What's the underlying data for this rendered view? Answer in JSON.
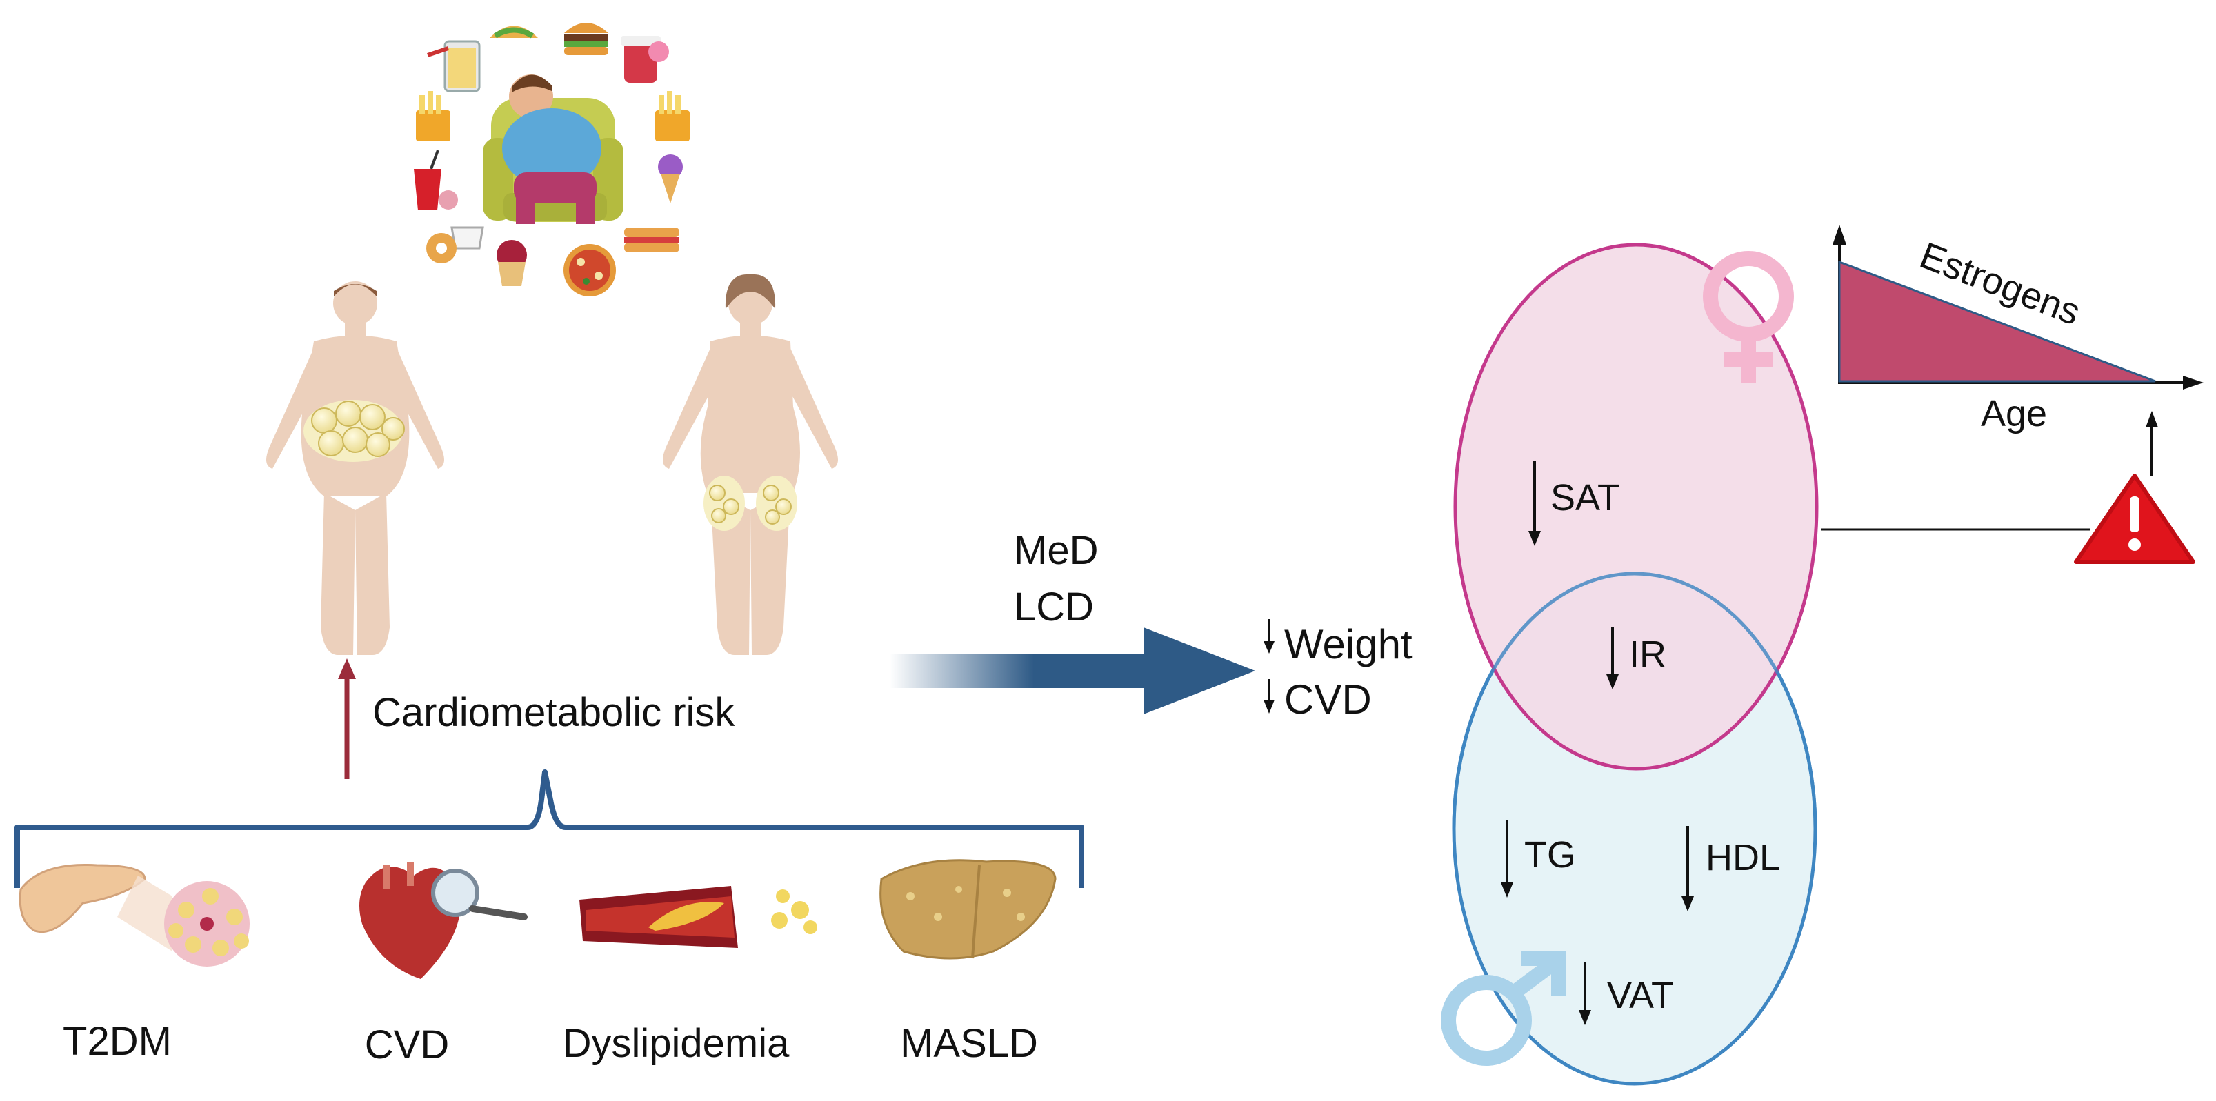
{
  "left_panel": {
    "risk_label": "Cardiometabolic risk",
    "conditions": [
      {
        "name": "T2DM",
        "icon": "pancreas-icon"
      },
      {
        "name": "CVD",
        "icon": "heart-icon"
      },
      {
        "name": "Dyslipidemia",
        "icon": "artery-plaque-icon"
      },
      {
        "name": "MASLD",
        "icon": "fatty-liver-icon"
      }
    ]
  },
  "intervention": {
    "line1": "MeD",
    "line2": "LCD",
    "outcomes": [
      "Weight",
      "CVD"
    ]
  },
  "venn": {
    "female_markers": [
      "SAT"
    ],
    "shared_markers": [
      "IR"
    ],
    "male_markers": [
      "TG",
      "HDL",
      "VAT"
    ]
  },
  "estrogen_chart": {
    "series_label": "Estrogens",
    "x_label": "Age"
  },
  "colors": {
    "female_fill": "#f3dbe7",
    "female_stroke": "#c4398c",
    "male_fill": "#e6f3f7",
    "male_stroke": "#3e86c2",
    "arrow_blue": "#2e5a86",
    "triangle_fill": "#c04a6d",
    "warning_red": "#e0141c",
    "bracket_blue": "#2f5b8e",
    "risk_arrow": "#9b2c3b"
  }
}
